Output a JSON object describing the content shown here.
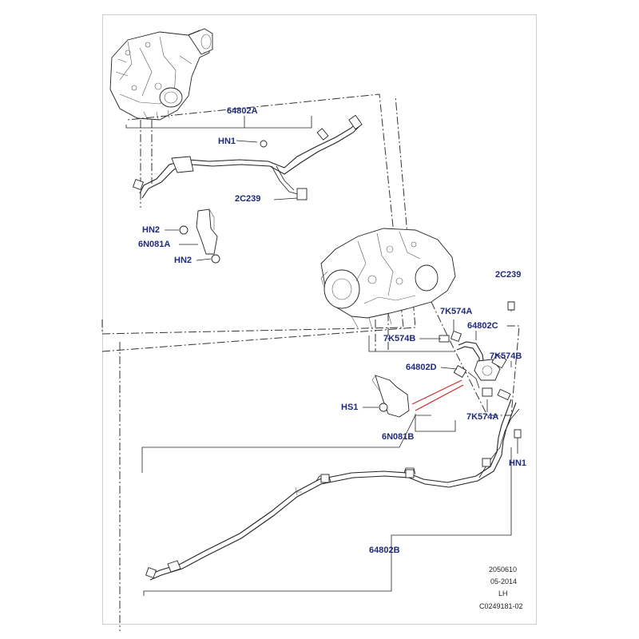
{
  "callouts": {
    "c64802A": "64802A",
    "hn1_top": "HN1",
    "c2C239_top": "2C239",
    "hn2_top": "HN2",
    "c6N081A": "6N081A",
    "hn2_bottom": "HN2",
    "c2C239_right": "2C239",
    "c7K574A_top": "7K574A",
    "c64802C": "64802C",
    "c7K574B_left": "7K574B",
    "c7K574B_right": "7K574B",
    "c64802D": "64802D",
    "hs1": "HS1",
    "c7K574A_bottom": "7K574A",
    "c6N081B": "6N081B",
    "hn1_right": "HN1",
    "c64802B": "64802B"
  },
  "footer": {
    "line1": "2050610",
    "line2": "05-2014",
    "line3": "LH",
    "line4": "C0249181-02"
  }
}
